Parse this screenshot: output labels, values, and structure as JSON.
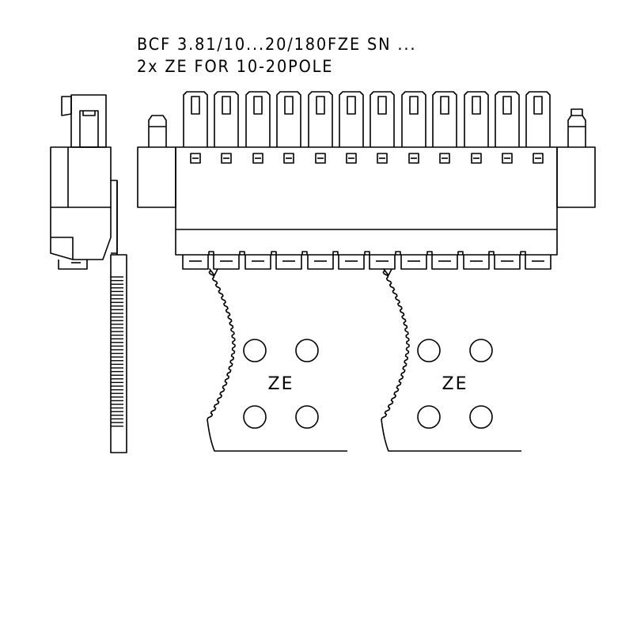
{
  "title": {
    "line1": "BCF 3.81/10...20/180FZE SN ...",
    "line2": "2x ZE FOR 10-20POLE"
  },
  "plates": [
    {
      "label": "ZE"
    },
    {
      "label": "ZE"
    }
  ],
  "colors": {
    "stroke": "#000000",
    "background": "#ffffff"
  }
}
